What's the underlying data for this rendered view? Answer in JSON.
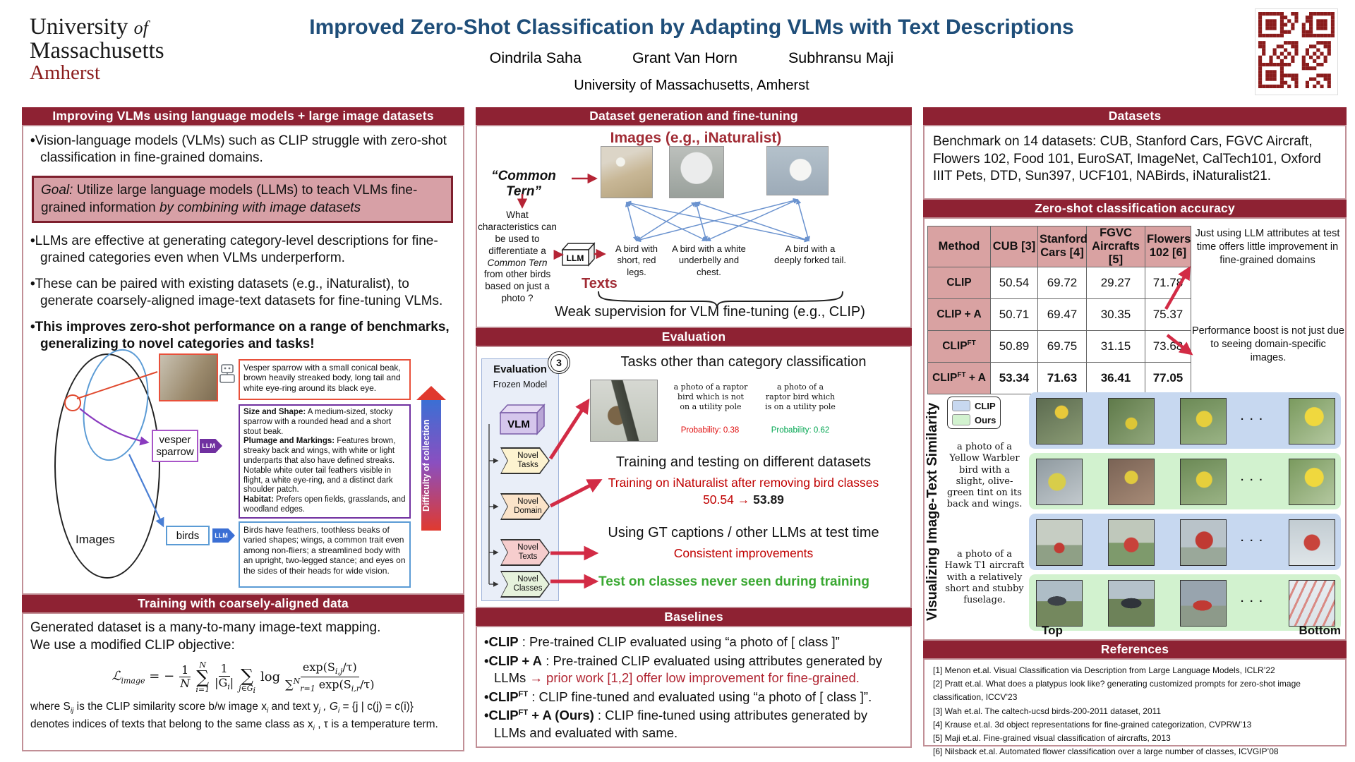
{
  "header": {
    "logo_line1_a": "University",
    "logo_line1_b": "of",
    "logo_line2": "Massachusetts",
    "logo_line3": "Amherst",
    "title": "Improved Zero-Shot Classification by Adapting VLMs with Text Descriptions",
    "authors": [
      "Oindrila Saha",
      "Grant Van Horn",
      "Subhransu Maji"
    ],
    "affiliation": "University of Massachusetts, Amherst"
  },
  "left": {
    "s1_title": "Improving VLMs using language models + large image datasets",
    "bullet1": "Vision-language models (VLMs) such as CLIP struggle with zero-shot classification in fine-grained domains.",
    "goal_label": "Goal:",
    "goal_text": "  Utilize large language models (LLMs) to teach VLMs fine-grained information ",
    "goal_emph": "by combining with image datasets",
    "bullet2": "LLMs are effective at generating category-level descriptions for fine-grained categories even when VLMs underperform.",
    "bullet3": "These can be paired with existing datasets (e.g., iNaturalist), to generate coarsely-aligned image-text datasets for fine-tuning VLMs.",
    "bullet4": "This improves zero-shot performance on a range of benchmarks, generalizing to novel categories and tasks!",
    "images_label": "Images",
    "vesper_caption": "Vesper sparrow with a small conical beak, brown heavily streaked body, long tail and white eye-ring around its black eye.",
    "vesper_box": "vesper sparrow",
    "llm_tag": "LLM",
    "attr_items": [
      {
        "label": "Size and Shape:",
        "text": " A medium-sized, stocky sparrow with a rounded head and a short stout beak."
      },
      {
        "label": "Plumage and Markings:",
        "text": " Features brown, streaky back and wings, with white or light underparts that also have defined streaks. Notable white outer tail feathers visible in flight, a white eye-ring, and a distinct dark shoulder patch."
      },
      {
        "label": "Habitat:",
        "text": " Prefers open fields, grasslands, and woodland edges."
      }
    ],
    "birds_box": "birds",
    "birds_text": "Birds have feathers, toothless beaks of varied shapes; wings, a common trait even among non-fliers; a streamlined body with an upright, two-legged stance; and eyes on the sides of their heads for wide vision.",
    "difficulty_label": "Difficulty of collection",
    "s2_title": "Training with coarsely-aligned data",
    "train_intro1": "Generated dataset is a many-to-many image-text mapping.",
    "train_intro2": "We use a modified CLIP objective:",
    "formula": {
      "lhs": "ℒ",
      "lhs_sub": "image",
      "eq": "= −",
      "f1_num": "1",
      "f1_den": "N",
      "sum1": "∑",
      "sum1_top": "N",
      "sum1_bot": "i=1",
      "f2_num": "1",
      "f2_den_pre": "|G",
      "f2_den_sub": "i",
      "f2_den_post": "|",
      "sum2": "∑",
      "sum2_bot_pre": "j∈G",
      "sum2_bot_sub": "i",
      "log": "log",
      "num_pre": "exp(S",
      "num_sub": "i,j",
      "num_post": "/τ)",
      "den_sum": "∑",
      "den_sum_sup": "N",
      "den_sum_sub": "r=1",
      "den_pre": " exp(S",
      "den_sub": "i,r",
      "den_post": "/τ)"
    },
    "where": {
      "w1": "where S",
      "s1": "ij",
      "w2": " is the CLIP similarity score b/w image x",
      "s2": "i",
      "w3": " and text y",
      "s3": "j",
      "w4": " , G",
      "s4": "i",
      "w5": " = {j | c(j) = c(i)} denotes indices of texts that belong to the same class as x",
      "s5": "i",
      "w6": " , τ is a temperature term."
    }
  },
  "middle": {
    "s1_title": "Dataset generation and fine-tuning",
    "images_label": "Images (e.g., iNaturalist)",
    "common_tern": "“Common Tern”",
    "question_pre": "What characteristics can be used to differentiate a ",
    "question_em": "Common Tern",
    "question_post": " from other birds based on just a photo ?",
    "llm_label": "LLM",
    "texts_label": "Texts",
    "texts": [
      "A bird with short, red legs.",
      "A bird with a white underbelly and chest.",
      "A bird with a deeply forked tail."
    ],
    "weak_supervision": "Weak supervision for VLM fine-tuning (e.g., CLIP)",
    "s2_title": "Evaluation",
    "eval_panel": {
      "title": "Evaluation",
      "badge": "3",
      "frozen": "Frozen Model",
      "vlm": "VLM",
      "banners": [
        "Novel Tasks",
        "Novel Domain",
        "Novel Texts",
        "Novel Classes"
      ]
    },
    "eval1_title": "Tasks other than category classification",
    "eval1_cap1": "a photo of a raptor bird which is not on a utility pole",
    "eval1_cap2": "a photo of a raptor bird which is on a utility pole",
    "eval1_prob1": "Probability: 0.38",
    "eval1_prob2": "Probability: 0.62",
    "eval2_title": "Training and testing on different datasets",
    "eval2_sub": "Training on iNaturalist after removing bird classes",
    "eval2_from": "50.54",
    "eval2_arrow": "→",
    "eval2_to": "53.89",
    "eval3_title": "Using GT captions / other LLMs at test time",
    "eval3_sub": "Consistent improvements",
    "eval4_text": "Test on classes never seen during training",
    "s3_title": "Baselines",
    "baselines": [
      {
        "lead": "CLIP",
        "sup": "",
        "lead2": "",
        "rest": " : Pre-trained CLIP evaluated using “a photo of [ class ]”",
        "red": ""
      },
      {
        "lead": "CLIP + A",
        "sup": "",
        "lead2": "",
        "rest": " : Pre-trained CLIP evaluated using attributes generated by LLMs ",
        "red": "→ prior work [1,2] offer low improvement for fine-grained."
      },
      {
        "lead": "CLIP",
        "sup": "FT",
        "lead2": "",
        "rest": " : CLIP fine-tuned and evaluated using “a photo of [ class ]”.",
        "red": ""
      },
      {
        "lead": "CLIP",
        "sup": "FT",
        "lead2": " + A (Ours)",
        "rest": " : CLIP fine-tuned using attributes generated by LLMs and evaluated with same.",
        "red": ""
      }
    ]
  },
  "right": {
    "s1_title": "Datasets",
    "datasets_text": "Benchmark on 14 datasets: CUB, Stanford Cars, FGVC Aircraft, Flowers 102, Food 101, EuroSAT, ImageNet, CalTech101, Oxford IIIT Pets, DTD, Sun397, UCF101, NABirds, iNaturalist21.",
    "s2_title": "Zero-shot classification accuracy",
    "table": {
      "headers": [
        "Method",
        "CUB [3]",
        "Stanford Cars [4]",
        "FGVC Aircrafts [5]",
        "Flowers 102 [6]"
      ],
      "rows": [
        {
          "m_pre": "CLIP",
          "m_sup": "",
          "m_post": "",
          "vals": [
            "50.54",
            "69.72",
            "29.27",
            "71.78"
          ]
        },
        {
          "m_pre": "CLIP + A",
          "m_sup": "",
          "m_post": "",
          "vals": [
            "50.71",
            "69.47",
            "30.35",
            "75.37"
          ]
        },
        {
          "m_pre": "CLIP",
          "m_sup": "FT",
          "m_post": "",
          "vals": [
            "50.89",
            "69.75",
            "31.15",
            "73.68"
          ]
        },
        {
          "m_pre": "CLIP",
          "m_sup": "FT",
          "m_post": " + A",
          "vals": [
            "53.34",
            "71.63",
            "36.41",
            "77.05"
          ]
        }
      ]
    },
    "note1": "Just using LLM attributes at test time offers little improvement in fine-grained domains",
    "note2": "Performance boost is not just due to seeing domain-specific images.",
    "viz": {
      "rotated_label": "Visualizing Image-Text Similarity",
      "legend": [
        {
          "label": "CLIP"
        },
        {
          "label": "Ours"
        }
      ],
      "caption1": "a photo of a Yellow Warbler bird with a slight, olive-green tint on its back and wings.",
      "caption2": "a photo of a Hawk T1 aircraft with a relatively short and stubby fuselage.",
      "ellipsis": "· · ·",
      "top_label": "Top",
      "bottom_label": "Bottom"
    },
    "s3_title": "References",
    "references": [
      "[1] Menon et.al. Visual Classification via Description from Large Language Models, ICLR’22",
      "[2] Pratt et.al. What does a platypus look like? generating customized prompts for zero-shot image classification, ICCV’23",
      "[3] Wah et.al.  The caltech-ucsd birds-200-2011 dataset, 2011",
      "[4] Krause et.al. 3d object representations for fine-grained categorization, CVPRW’13",
      "[5] Maji et.al. Fine-grained visual classification of aircrafts, 2013",
      "[6] Nilsback et.al. Automated flower classification over a large number of classes, ICVGIP’08"
    ]
  }
}
